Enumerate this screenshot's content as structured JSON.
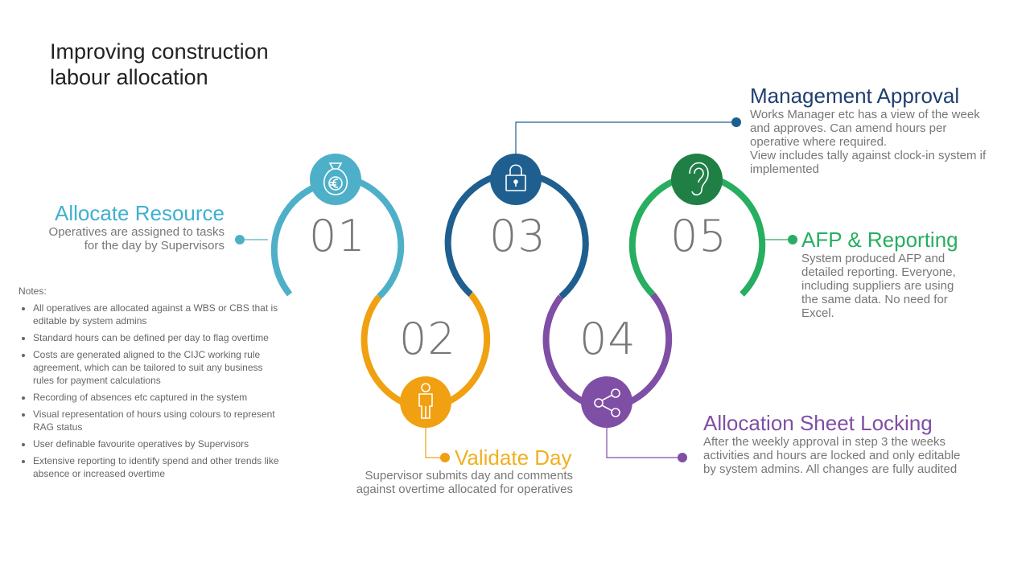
{
  "title": {
    "line1": "Improving construction",
    "line2": "labour allocation"
  },
  "steps": [
    {
      "number": "01",
      "heading": "Allocate Resource",
      "desc_lines": [
        "Operatives are assigned to tasks",
        "for the day by Supervisors"
      ],
      "color": "#4eb0c8",
      "icon": "money-bag-euro-icon"
    },
    {
      "number": "02",
      "heading": "Validate Day",
      "desc_lines": [
        "Supervisor submits day and comments",
        "against overtime allocated for operatives"
      ],
      "color": "#f0a010",
      "icon": "person-icon"
    },
    {
      "number": "03",
      "heading": "Management Approval",
      "desc_lines": [
        "Works Manager etc has a view of the week",
        "and approves. Can amend hours per",
        "operative where required.",
        "View includes tally against clock-in system if",
        "implemented"
      ],
      "color": "#1f5f8f",
      "icon": "padlock-icon"
    },
    {
      "number": "04",
      "heading": "Allocation Sheet Locking",
      "desc_lines": [
        "After the weekly approval in step 3 the weeks",
        "activities and hours are locked and only editable",
        "by system admins. All changes are fully audited"
      ],
      "color": "#7f4ea5",
      "icon": "share-icon"
    },
    {
      "number": "05",
      "heading": "AFP & Reporting",
      "desc_lines": [
        "System produced AFP and",
        "detailed reporting. Everyone,",
        "including suppliers are using",
        "the same data. No need for",
        "Excel."
      ],
      "color": "#27ae60",
      "icon": "ear-icon"
    }
  ],
  "notes": {
    "heading": "Notes:",
    "items": [
      "All operatives are allocated against a WBS or CBS that is editable by system admins",
      "Standard hours can be defined per day to flag overtime",
      "Costs are generated aligned to the CIJC working rule agreement, which can be tailored to suit any business rules for payment calculations",
      "Recording of absences etc captured in the system",
      "Visual representation of hours using colours to represent RAG status",
      "User definable favourite operatives by Supervisors",
      "Extensive reporting to identify spend and other trends like absence or increased overtime"
    ]
  },
  "colors": {
    "heading_02": "#f0b020",
    "heading_03": "#1f3f6f",
    "heading_04": "#7f4ea5",
    "heading_05": "#27ae60",
    "heading_01": "#3fb0d0",
    "node_03": "#1f5f8f",
    "node_05": "#1f7f45"
  }
}
